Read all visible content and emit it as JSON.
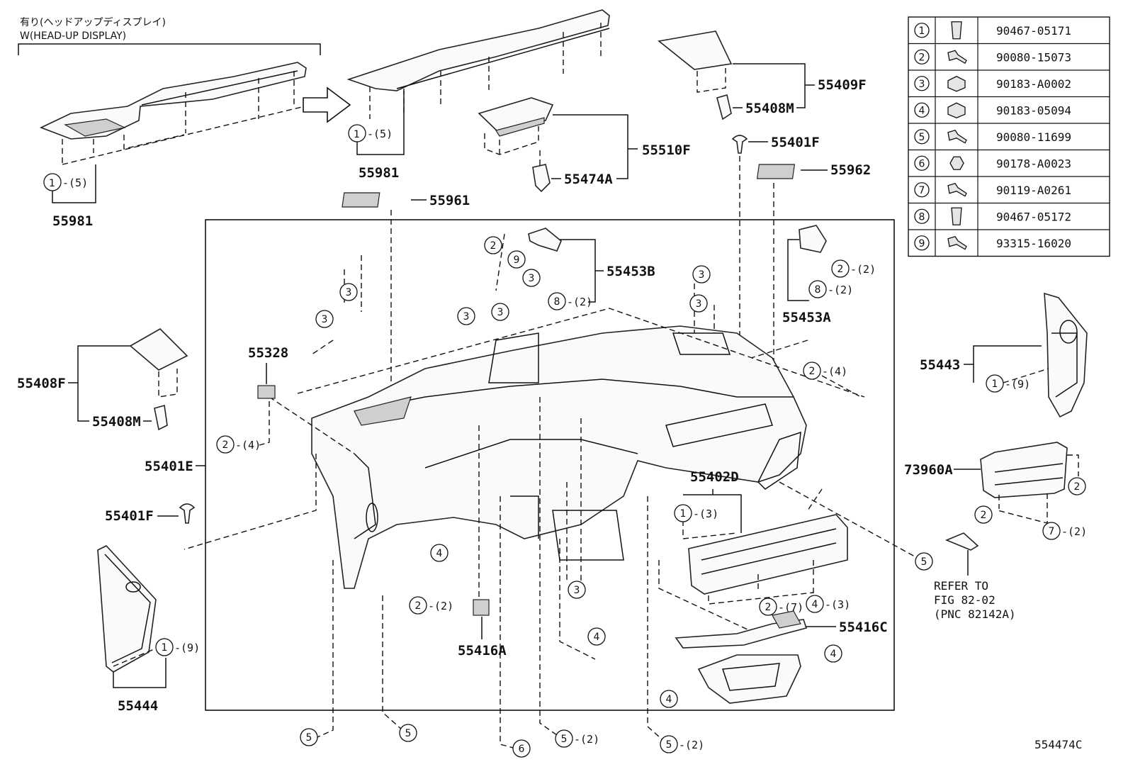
{
  "header": {
    "jp_line": "有り(ヘッドアップディスプレイ)",
    "en_line": "W(HEAD-UP DISPLAY)"
  },
  "labels": {
    "p55981_a": "55981",
    "p55981_b": "55981",
    "p55961": "55961",
    "p55510F": "55510F",
    "p55474A": "55474A",
    "p55409F": "55409F",
    "p55408M_top": "55408M",
    "p55401F_top": "55401F",
    "p55962": "55962",
    "p55453B": "55453B",
    "p55453A": "55453A",
    "p55328": "55328",
    "p55408F": "55408F",
    "p55408M_left": "55408M",
    "p55401E": "55401E",
    "p55401F_left": "55401F",
    "p55444": "55444",
    "p55443": "55443",
    "p73960A": "73960A",
    "p55402D": "55402D",
    "p55416A": "55416A",
    "p55416C": "55416C",
    "refer1": "REFER TO",
    "refer2": "FIG 82-02",
    "refer3": "(PNC 82142A)",
    "diagram_code": "554474C"
  },
  "qty": {
    "q5": "-(5)",
    "q2": "-(2)",
    "q3": "-(3)",
    "q4": "-(4)",
    "q7": "-(7)",
    "q9": "-(9)"
  },
  "fastener_table": [
    {
      "num": "1",
      "icon": "clip-icon",
      "part": "90467-05171"
    },
    {
      "num": "2",
      "icon": "screw-washer-icon",
      "part": "90080-15073"
    },
    {
      "num": "3",
      "icon": "nut-clip-icon",
      "part": "90183-A0002"
    },
    {
      "num": "4",
      "icon": "u-nut-icon",
      "part": "90183-05094"
    },
    {
      "num": "5",
      "icon": "bolt-icon",
      "part": "90080-11699"
    },
    {
      "num": "6",
      "icon": "hex-nut-icon",
      "part": "90178-A0023"
    },
    {
      "num": "7",
      "icon": "screw-icon",
      "part": "90119-A0261"
    },
    {
      "num": "8",
      "icon": "clip-icon",
      "part": "90467-05172"
    },
    {
      "num": "9",
      "icon": "screw-icon",
      "part": "93315-16020"
    }
  ]
}
